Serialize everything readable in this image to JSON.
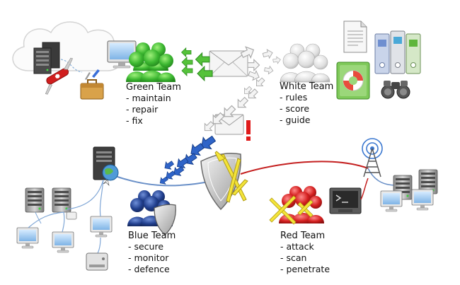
{
  "teams": {
    "green": {
      "name": "Green Team",
      "roles": [
        "maintain",
        "repair",
        "fix"
      ],
      "color": "#3cb731"
    },
    "white": {
      "name": "White Team",
      "roles": [
        "rules",
        "score",
        "guide"
      ],
      "color": "#d8d8d8"
    },
    "blue": {
      "name": "Blue Team",
      "roles": [
        "secure",
        "monitor",
        "defence"
      ],
      "color": "#1f3f8f"
    },
    "red": {
      "name": "Red Team",
      "roles": [
        "attack",
        "scan",
        "penetrate"
      ],
      "color": "#d41f1f"
    }
  },
  "colors": {
    "blue_link": "#6a90c8",
    "red_link": "#c41f1f",
    "green_arrow": "#55c23a",
    "grey_arrow": "#bdbdbd",
    "blue_arrow": "#2f64c8",
    "alert": "#e01b1b"
  },
  "icons": [
    "cloud-icon",
    "server-rack-icon",
    "swiss-knife-icon",
    "toolbox-icon",
    "monitor-icon",
    "envelope-icon",
    "document-icon",
    "binders-icon",
    "lifebuoy-book-icon",
    "binoculars-icon",
    "globe-server-icon",
    "shield-swords-icon",
    "radio-tower-icon",
    "terminal-icon",
    "disk-drive-icon"
  ]
}
